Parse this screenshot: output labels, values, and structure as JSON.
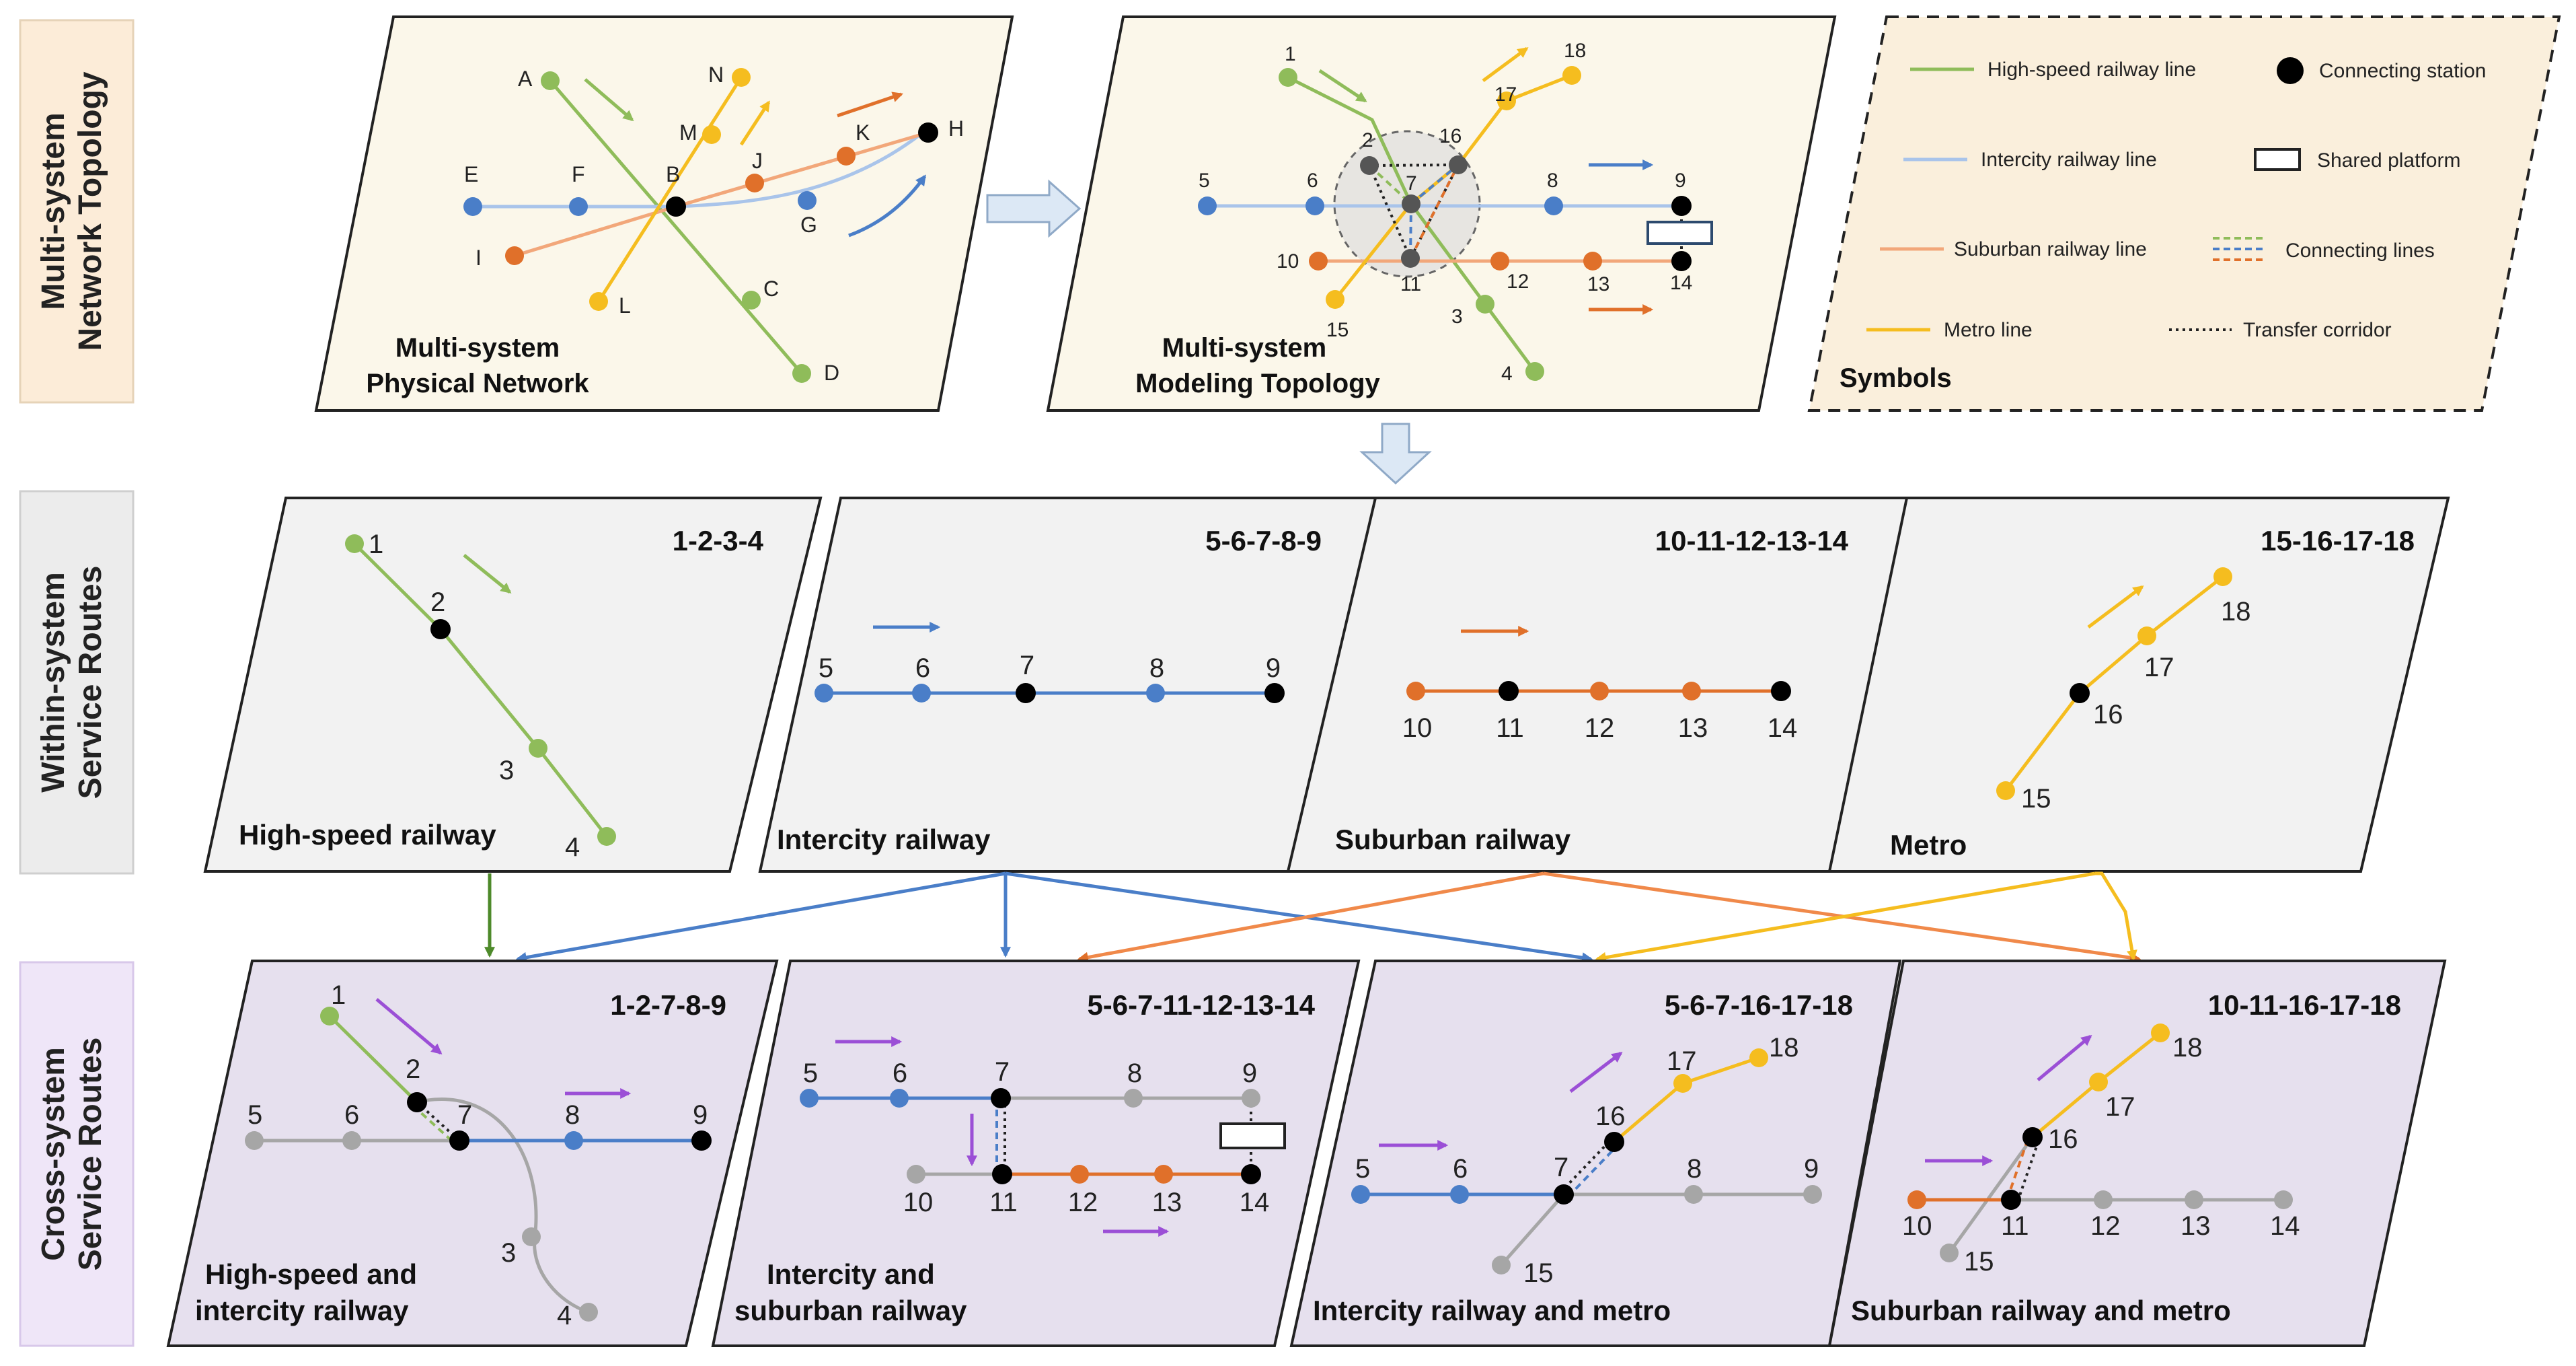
{
  "row_labels": {
    "topology": [
      "Multi-system",
      "Network Topology"
    ],
    "within": [
      "Within-system",
      "Service Routes"
    ],
    "cross": [
      "Cross-system",
      "Service Routes"
    ]
  },
  "panels": {
    "physical": {
      "caption": [
        "Multi-system",
        "Physical Network"
      ],
      "stations": [
        "A",
        "B",
        "C",
        "D",
        "E",
        "F",
        "G",
        "H",
        "I",
        "J",
        "K",
        "L",
        "M",
        "N"
      ]
    },
    "modeling": {
      "caption": [
        "Multi-system",
        "Modeling Topology"
      ]
    },
    "hsr": {
      "code": "1-2-3-4",
      "caption": "High-speed railway"
    },
    "icr": {
      "code": "5-6-7-8-9",
      "caption": "Intercity railway"
    },
    "sub": {
      "code": "10-11-12-13-14",
      "caption": "Suburban railway"
    },
    "metro": {
      "code": "15-16-17-18",
      "caption": "Metro"
    },
    "hi": {
      "code": "1-2-7-8-9",
      "caption": [
        "High-speed and",
        "intercity railway"
      ]
    },
    "is": {
      "code": "5-6-7-11-12-13-14",
      "caption": [
        "Intercity and",
        "suburban railway"
      ]
    },
    "im": {
      "code": "5-6-7-16-17-18",
      "caption": "Intercity railway and metro"
    },
    "sm": {
      "code": "10-11-16-17-18",
      "caption": "Suburban railway and metro"
    }
  },
  "legend": {
    "title": "Symbols",
    "items": {
      "hsr": "High-speed railway line",
      "icr": "Intercity railway line",
      "sub": "Suburban railway line",
      "metro": "Metro line",
      "station": "Connecting station",
      "platform": "Shared platform",
      "connecting": "Connecting lines",
      "transfer": "Transfer corridor"
    }
  },
  "colors": {
    "hsr": "#8fbc5a",
    "icr": "#4a7ec8",
    "sub": "#e0702a",
    "metro": "#f5bd1f",
    "cross_route": "#9b4fd6",
    "inactive": "#a6a6a6",
    "connecting_station": "#000000",
    "panel_top": "#fbf7ea",
    "panel_within": "#f2f2f2",
    "panel_cross": "#e6e0ee",
    "label_top_bg": "#fcecd8",
    "label_within_bg": "#ececec",
    "label_cross_bg": "#efe6f8",
    "legend_bg": "#faefdc"
  }
}
